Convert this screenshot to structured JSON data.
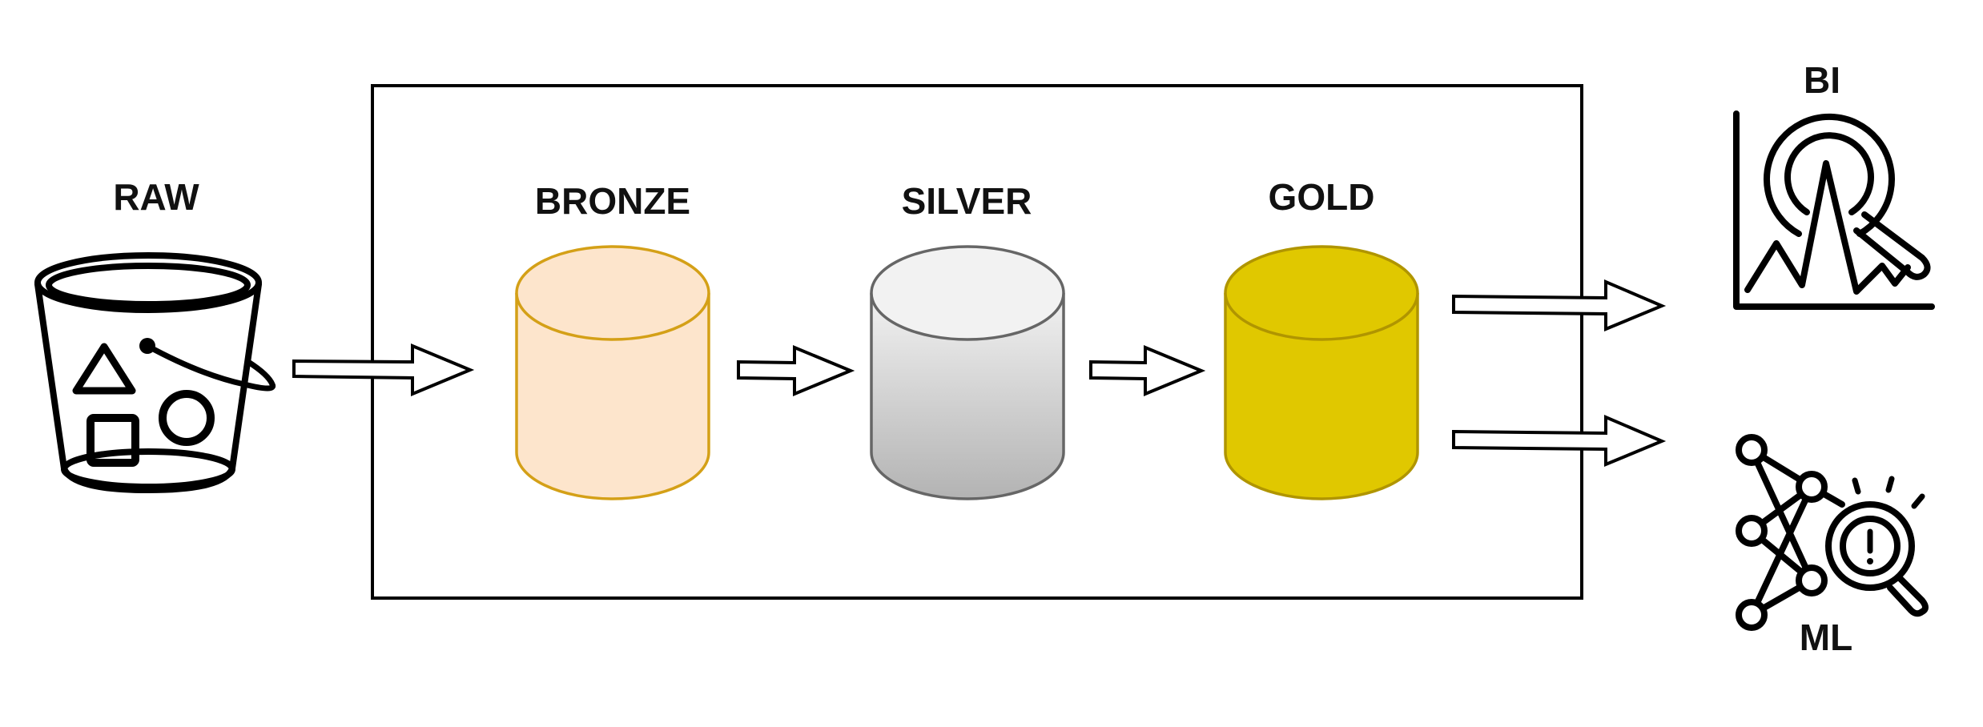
{
  "diagram": {
    "nodes": {
      "raw": {
        "label": "RAW"
      },
      "bronze": {
        "label": "BRONZE"
      },
      "silver": {
        "label": "SILVER"
      },
      "gold": {
        "label": "GOLD"
      },
      "bi": {
        "label": "BI"
      },
      "ml": {
        "label": "ML"
      }
    },
    "colors": {
      "bronze_fill": "#FDE5CC",
      "bronze_stroke": "#D4A017",
      "silver_fill_top": "#F2F2F2",
      "silver_fill_bottom": "#B3B3B3",
      "silver_stroke": "#666666",
      "gold_fill": "#E0C800",
      "gold_stroke": "#B09500",
      "line": "#000000"
    },
    "icons": {
      "raw": "bucket-icon",
      "bi": "analytics-magnifier-chart-icon",
      "ml": "network-magnifier-icon"
    },
    "edges": [
      {
        "from": "RAW",
        "to": "BRONZE"
      },
      {
        "from": "BRONZE",
        "to": "SILVER"
      },
      {
        "from": "SILVER",
        "to": "GOLD"
      },
      {
        "from": "GOLD",
        "to": "BI"
      },
      {
        "from": "GOLD",
        "to": "ML"
      }
    ]
  }
}
